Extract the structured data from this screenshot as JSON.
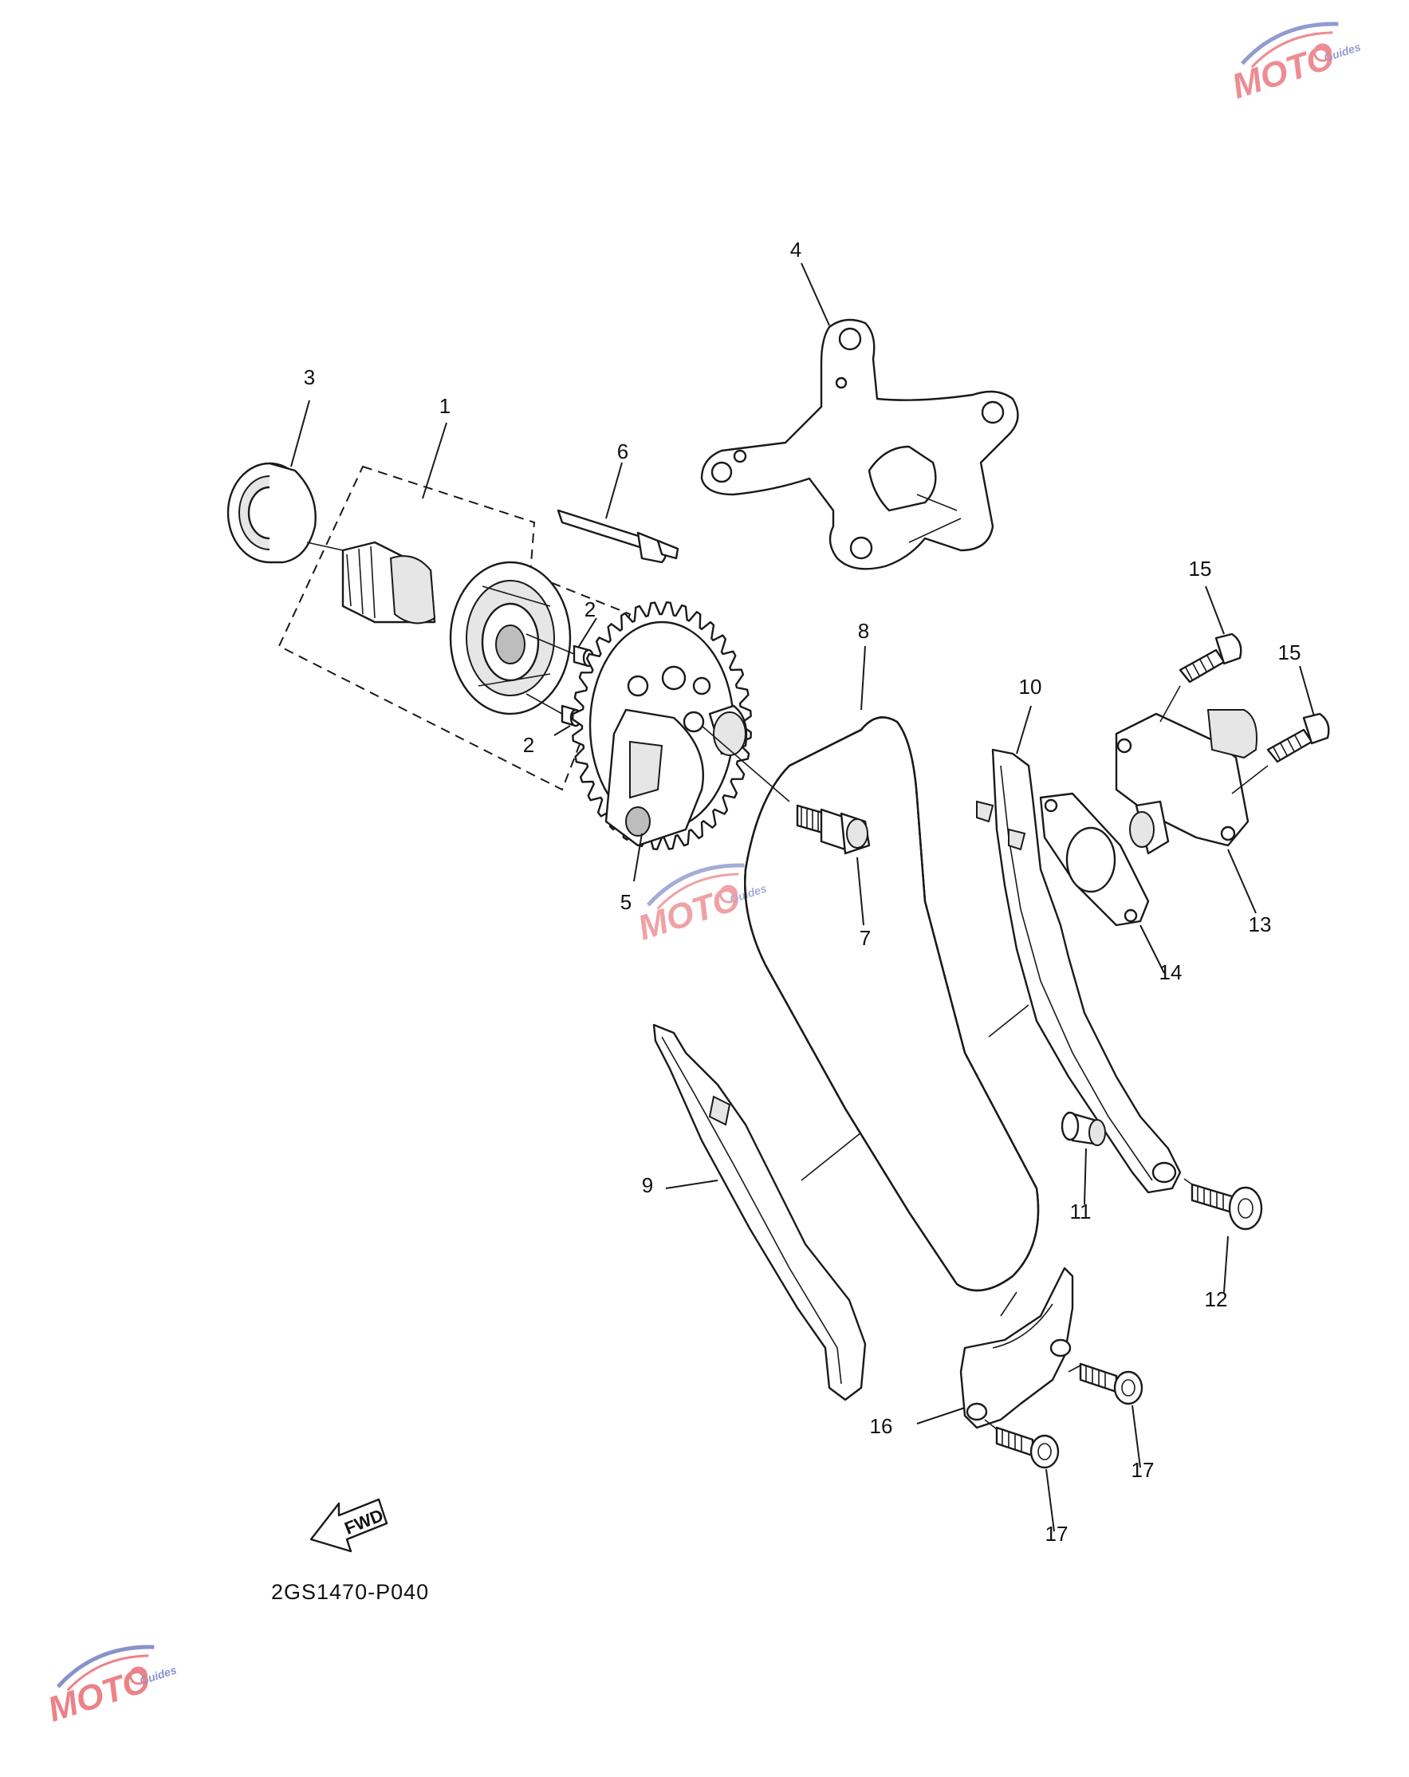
{
  "diagram": {
    "reference_code": "2GS1470-P040",
    "fwd_label": "FWD",
    "callouts": {
      "p1": "1",
      "p2a": "2",
      "p2b": "2",
      "p3": "3",
      "p4": "4",
      "p5": "5",
      "p6": "6",
      "p7": "7",
      "p8": "8",
      "p9": "9",
      "p10": "10",
      "p11": "11",
      "p12": "12",
      "p13": "13",
      "p14": "14",
      "p15a": "15",
      "p15b": "15",
      "p16": "16",
      "p17a": "17",
      "p17b": "17"
    }
  },
  "watermark": {
    "brand": "MOTO",
    "sub": "Guides",
    "colors": {
      "primary": "#e0303a",
      "secondary": "#3a4aa8"
    }
  }
}
